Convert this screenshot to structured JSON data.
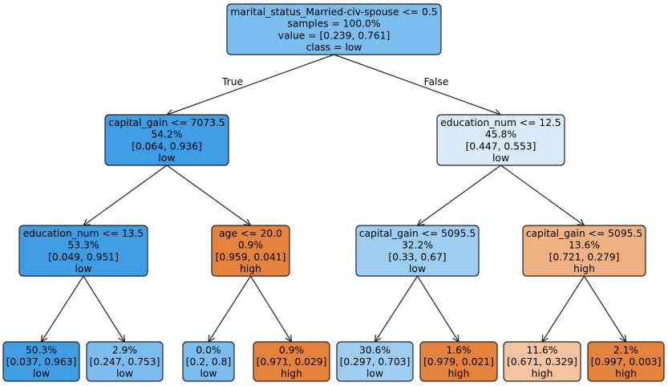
{
  "tree": {
    "edge_labels": {
      "left": "True",
      "right": "False"
    },
    "colors": {
      "low_strong": "#3f9de4",
      "low_mid": "#7bbdee",
      "low_light": "#9dcdf1",
      "low_pale": "#d9ebf9",
      "high_strong": "#e5823c",
      "high_mid": "#f0b183",
      "high_light": "#f3c29e",
      "edge": "#222222"
    },
    "nodes": [
      {
        "id": "root",
        "lines": [
          "marital_status_Married-civ-spouse <= 0.5",
          "samples = 100.0%",
          "value = [0.239, 0.761]",
          "class = low"
        ],
        "fill": "low_mid"
      },
      {
        "id": "n1",
        "lines": [
          "capital_gain <= 7073.5",
          "54.2%",
          "[0.064, 0.936]",
          "low"
        ],
        "fill": "low_strong"
      },
      {
        "id": "n2",
        "lines": [
          "education_num <= 12.5",
          "45.8%",
          "[0.447, 0.553]",
          "low"
        ],
        "fill": "low_pale"
      },
      {
        "id": "n3",
        "lines": [
          "education_num <= 13.5",
          "53.3%",
          "[0.049, 0.951]",
          "low"
        ],
        "fill": "low_strong"
      },
      {
        "id": "n4",
        "lines": [
          "age <= 20.0",
          "0.9%",
          "[0.959, 0.041]",
          "high"
        ],
        "fill": "high_strong"
      },
      {
        "id": "n5",
        "lines": [
          "capital_gain <= 5095.5",
          "32.2%",
          "[0.33, 0.67]",
          "low"
        ],
        "fill": "low_light"
      },
      {
        "id": "n6",
        "lines": [
          "capital_gain <= 5095.5",
          "13.6%",
          "[0.721, 0.279]",
          "high"
        ],
        "fill": "high_mid"
      },
      {
        "id": "l1",
        "lines": [
          "50.3%",
          "[0.037, 0.963]",
          "low"
        ],
        "fill": "low_strong"
      },
      {
        "id": "l2",
        "lines": [
          "2.9%",
          "[0.247, 0.753]",
          "low"
        ],
        "fill": "low_mid"
      },
      {
        "id": "l3",
        "lines": [
          "0.0%",
          "[0.2, 0.8]",
          "low"
        ],
        "fill": "low_mid"
      },
      {
        "id": "l4",
        "lines": [
          "0.9%",
          "[0.971, 0.029]",
          "high"
        ],
        "fill": "high_strong"
      },
      {
        "id": "l5",
        "lines": [
          "30.6%",
          "[0.297, 0.703]",
          "low"
        ],
        "fill": "low_light"
      },
      {
        "id": "l6",
        "lines": [
          "1.6%",
          "[0.979, 0.021]",
          "high"
        ],
        "fill": "high_strong"
      },
      {
        "id": "l7",
        "lines": [
          "11.6%",
          "[0.671, 0.329]",
          "high"
        ],
        "fill": "high_light"
      },
      {
        "id": "l8",
        "lines": [
          "2.1%",
          "[0.997, 0.003]",
          "high"
        ],
        "fill": "high_strong"
      }
    ],
    "edges": [
      [
        "root",
        "n1"
      ],
      [
        "root",
        "n2"
      ],
      [
        "n1",
        "n3"
      ],
      [
        "n1",
        "n4"
      ],
      [
        "n2",
        "n5"
      ],
      [
        "n2",
        "n6"
      ],
      [
        "n3",
        "l1"
      ],
      [
        "n3",
        "l2"
      ],
      [
        "n4",
        "l3"
      ],
      [
        "n4",
        "l4"
      ],
      [
        "n5",
        "l5"
      ],
      [
        "n5",
        "l6"
      ],
      [
        "n6",
        "l7"
      ],
      [
        "n6",
        "l8"
      ]
    ]
  }
}
